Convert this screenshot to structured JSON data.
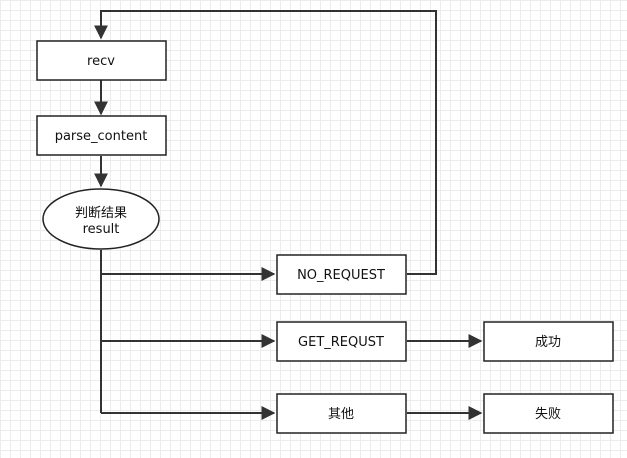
{
  "nodes": {
    "recv": "recv",
    "parse_content": "parse_content",
    "decision_line1": "判断结果",
    "decision_line2": "result",
    "no_request": "NO_REQUEST",
    "get_request": "GET_REQUST",
    "other": "其他",
    "success": "成功",
    "failure": "失败"
  },
  "colors": {
    "stroke": "#222222",
    "edge": "#333333",
    "grid": "#ececec"
  }
}
